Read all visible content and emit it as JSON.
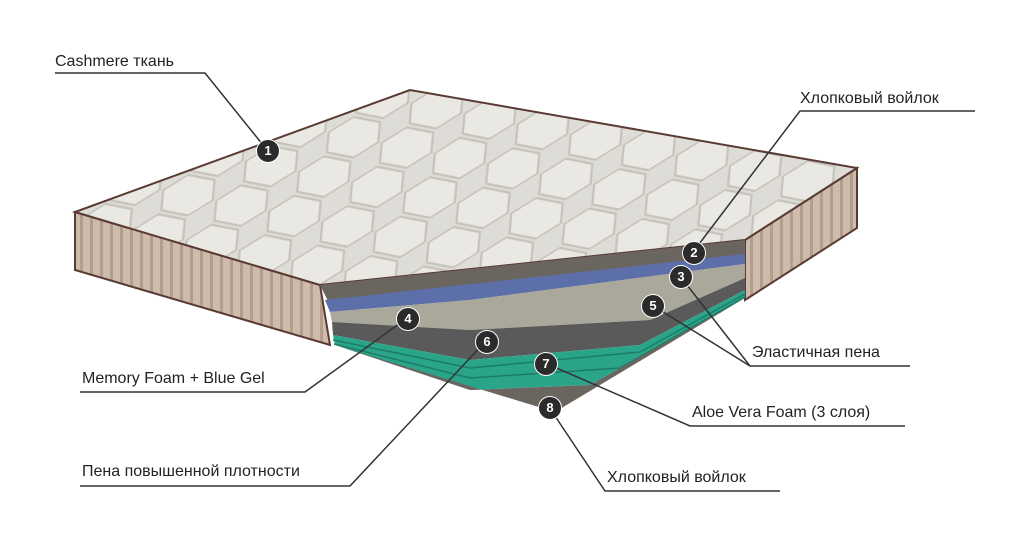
{
  "labels": {
    "l1": "Cashmere ткань",
    "l2": "Хлопковый войлок",
    "l35": "Эластичная пена",
    "l4": "Memory Foam + Blue Gel",
    "l7": "Aloe Vera Foam (3 слоя)",
    "l6": "Пена повышенной плотности",
    "l8": "Хлопковый войлок"
  },
  "badges": [
    "1",
    "2",
    "3",
    "4",
    "5",
    "6",
    "7",
    "8"
  ],
  "colors": {
    "fabric": "#dcdad5",
    "side": "#c9b8a8",
    "felt": "#6b6560",
    "blue_gel": "#5d6fa8",
    "foam_light": "#a9a89a",
    "foam_dark": "#5a5a5a",
    "aloe": "#2aa58a",
    "line": "#333333"
  }
}
